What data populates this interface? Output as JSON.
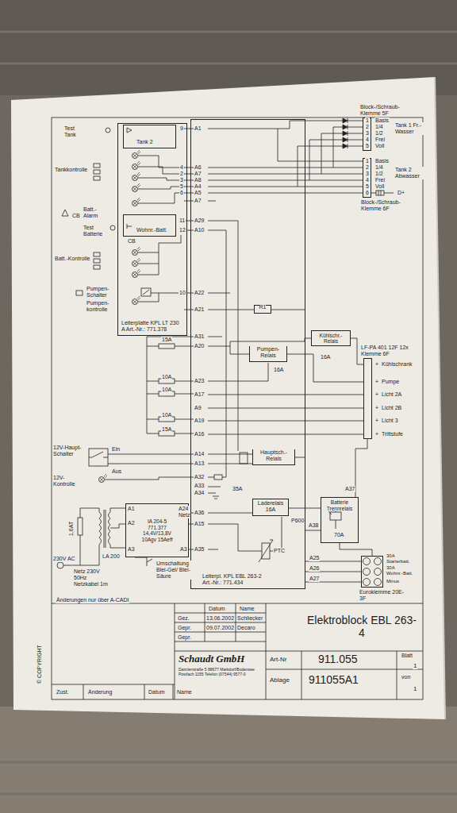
{
  "diagram": {
    "title": "Elektroblock EBL 263-4",
    "nodes": [
      {
        "text": [
          "Leiterplatte KPL LT 230 A Art.-Nr.: 771.378"
        ]
      },
      {
        "text": [
          "Tank 1",
          "Tank 2"
        ],
        "in": 0
      },
      {
        "text": [
          "Starterbatt.",
          "Wohnr.-Batt."
        ],
        "in": 0
      },
      {
        "text": [
          "Leiterpl. KPL EBL 263-2 Art.-Nr.: 771.434"
        ]
      },
      {
        "text": [
          "R1"
        ],
        "in": 3
      },
      {
        "text": [
          "Pumpen-Relais"
        ],
        "in": 3
      },
      {
        "text": [
          "Hauptsch.-Relais"
        ],
        "in": 3
      },
      {
        "text": [
          "Laderelais 16A"
        ],
        "in": 3
      },
      {
        "text": [
          "Kühlschr.-Relais"
        ]
      },
      {
        "text": [
          "Batterie Trennrelais"
        ]
      },
      {
        "text": [
          "Block-/Schraub-Klemme 5F"
        ]
      },
      {
        "text": [
          "Block-/Schraub-Klemme 6F"
        ]
      },
      {
        "text": [
          "LF-PA 401 12F 12x Klemme 6F"
        ]
      },
      {
        "text": [
          "Euroklemme 20E-3F"
        ]
      },
      {
        "text": [
          "IA 204-5 771.377 14,4V/13,8V 10Agv 15Aeff"
        ]
      }
    ],
    "edges": [
      {
        "from": 8,
        "to": 12,
        "arrow": "none"
      },
      {
        "from": 5,
        "to": 12,
        "arrow": "none"
      },
      {
        "from": 9,
        "to": 13,
        "arrow": "none"
      }
    ],
    "labels": [
      "Test Tank",
      "Tankkontrolle",
      "Batt.-Alarm",
      "CB",
      "Test Batterie",
      "Batt.-Kontrolle",
      "Pumpen-Schalter",
      "Pumpen-kontrolle",
      "9",
      "4",
      "2",
      "3",
      "5",
      "6",
      "11",
      "12",
      "CB",
      "10",
      "A1",
      "A6",
      "A7",
      "A8",
      "A4",
      "A5",
      "A7",
      "A29",
      "A10",
      "A22",
      "A21",
      "A31",
      "A20",
      "A23",
      "A17",
      "A9",
      "A19",
      "A16",
      "A14",
      "A13",
      "A32",
      "A33",
      "A34",
      "A36",
      "A15",
      "A35",
      "15A",
      "10A",
      "10A",
      "10A",
      "15A",
      "1",
      "2",
      "3",
      "4",
      "5",
      "Basis",
      "1/4",
      "1/2",
      "Frei",
      "Voll",
      "Tank 1 Fr.-Wasser",
      "1",
      "2",
      "3",
      "4",
      "5",
      "6",
      "Basis",
      "1/4",
      "1/2",
      "Frei",
      "Voll",
      "Tank 2 Abwasser",
      "D+",
      "16A",
      "16A",
      "35A",
      "P600",
      "PTC",
      "A38",
      "A37",
      "70A",
      "A25",
      "A26",
      "A27",
      "30A",
      "Starterbatt.",
      "30A",
      "Wohnr.-Batt.",
      "Minus",
      "+",
      "+",
      "+",
      "+",
      "+",
      "+",
      "Kühlschrank",
      "Pumpe",
      "Licht 2A",
      "Licht 2B",
      "Licht 3",
      "Trittstufe",
      "12V-Haupt-Schalter",
      "12V-Kontrolle",
      "Ein",
      "Aus",
      "1,6AT",
      "230V AC",
      "Netz 230V 50Hz Netzkabel 1m",
      "LA 200",
      "A1",
      "A2",
      "A3",
      "A24",
      "Netz",
      "A3",
      "Umschaltung Blei-Gel/ Blei-Säure",
      "Änderungen nur über A-CADI",
      "Datum",
      "Name",
      "Gez.",
      "13.06.2002",
      "Schliecker",
      "Gepr.",
      "09.07.2002",
      "Decaro",
      "Gepr.",
      "Elektroblock EBL 263-4",
      "Schaudt GmbH",
      "Daimlerstraße 5 88677 Markdorf/Bodensee Postfach 1155 Telefon (07544) 9577-0",
      "Art-Nr",
      "911.055",
      "Blatt",
      "1",
      "Ablage",
      "911055A1",
      "von",
      "1",
      "Zust.",
      "Änderung",
      "Datum",
      "Name",
      "© COPYRIGHT"
    ]
  }
}
